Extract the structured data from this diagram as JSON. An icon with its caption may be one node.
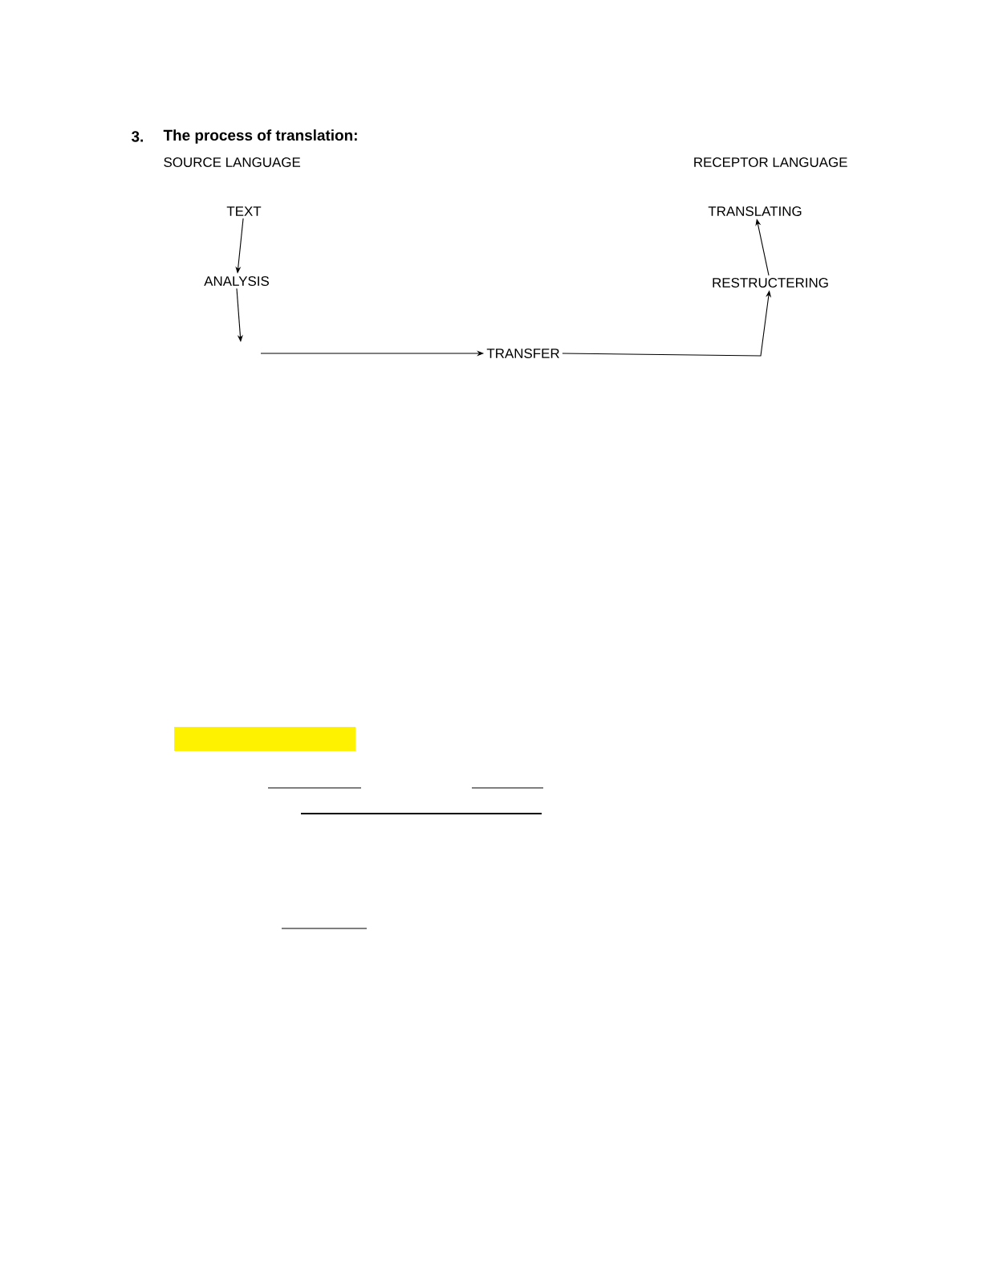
{
  "diagram": {
    "title": "The process of translation:",
    "nodes": [
      {
        "text": [
          "TEXT"
        ]
      },
      {
        "text": [
          "ANALYSIS"
        ]
      },
      {
        "text": [
          "TRANSFER"
        ]
      },
      {
        "text": [
          "RESTRUCTERING"
        ]
      },
      {
        "text": [
          "TRANSLATING"
        ]
      }
    ],
    "edges": [
      {
        "from": 0,
        "to": 1,
        "arrow": "to"
      },
      {
        "from": 1,
        "to": null,
        "arrow": "to"
      },
      {
        "from": null,
        "to": 2,
        "arrow": "to"
      },
      {
        "from": 2,
        "to": 3,
        "arrow": "to"
      },
      {
        "from": 3,
        "to": 4,
        "arrow": "to"
      }
    ],
    "labels": [
      "3.",
      "SOURCE LANGUAGE",
      "RECEPTOR LANGUAGE"
    ]
  }
}
